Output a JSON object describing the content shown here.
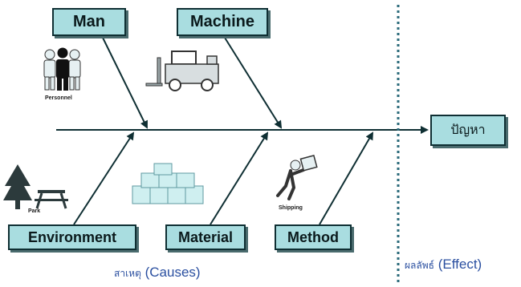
{
  "categories": {
    "man": "Man",
    "machine": "Machine",
    "environment": "Environment",
    "material": "Material",
    "method": "Method"
  },
  "effect": {
    "problem": "ปัญหา"
  },
  "icon_captions": {
    "personnel": "Personnel",
    "park": "Park",
    "shipping": "Shipping"
  },
  "labels": {
    "causes_thai": "สาเหตุ",
    "causes_en": "(Causes)",
    "effect_thai": "ผลลัพธ์",
    "effect_en": "(Effect)"
  },
  "icons": [
    "people-icon",
    "forklift-icon",
    "tree-icon",
    "picnic-table-icon",
    "boxes-icon",
    "delivery-person-icon"
  ],
  "colors": {
    "box_fill": "#a9dde0",
    "box_border": "#0f2f33",
    "line": "#0f2f33",
    "label_text": "#2a4fa0"
  }
}
